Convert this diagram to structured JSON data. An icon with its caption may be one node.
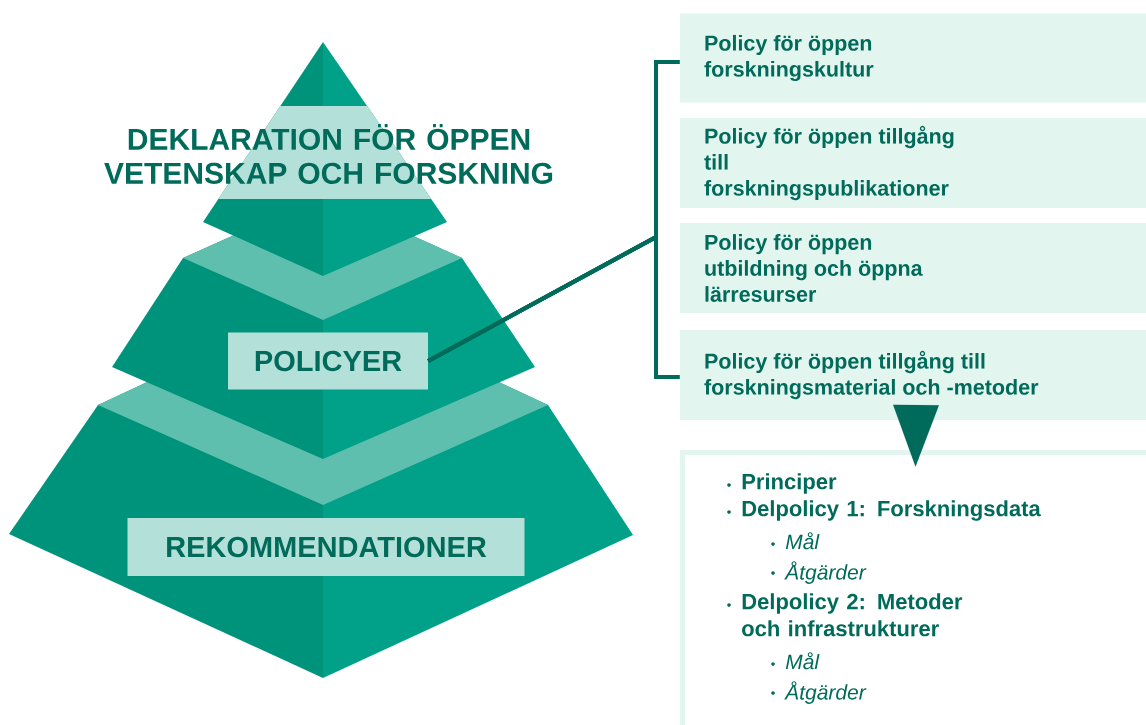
{
  "diagram": {
    "nodes": [
      {
        "text": [
          "DEKLARATION FÖR ÖPPEN VETENSKAP OCH FORSKNING"
        ]
      },
      {
        "text": [
          "POLICYER"
        ]
      },
      {
        "text": [
          "REKOMMENDATIONER"
        ]
      },
      {
        "text": [
          "Policy för öppen forskningskultur"
        ]
      },
      {
        "text": [
          "Policy för öppen tillgång till forskningspublikationer"
        ]
      },
      {
        "text": [
          "Policy för öppen utbildning och öppna lärresurser"
        ]
      },
      {
        "text": [
          "Policy för öppen tillgång till forskningsmaterial och -metoder"
        ]
      },
      {
        "text": [
          "Principer",
          "Delpolicy 1: Forskningsdata",
          "Mål",
          "Åtgärder",
          "Delpolicy 2: Metoder och infrastrukturer",
          "Mål",
          "Åtgärder"
        ]
      }
    ],
    "edges": [
      {
        "from": 1,
        "to": 3,
        "arrow": "none"
      },
      {
        "from": 1,
        "to": 4,
        "arrow": "none"
      },
      {
        "from": 1,
        "to": 5,
        "arrow": "none"
      },
      {
        "from": 1,
        "to": 6,
        "arrow": "none"
      },
      {
        "from": 6,
        "to": 7,
        "arrow": "to"
      }
    ]
  }
}
